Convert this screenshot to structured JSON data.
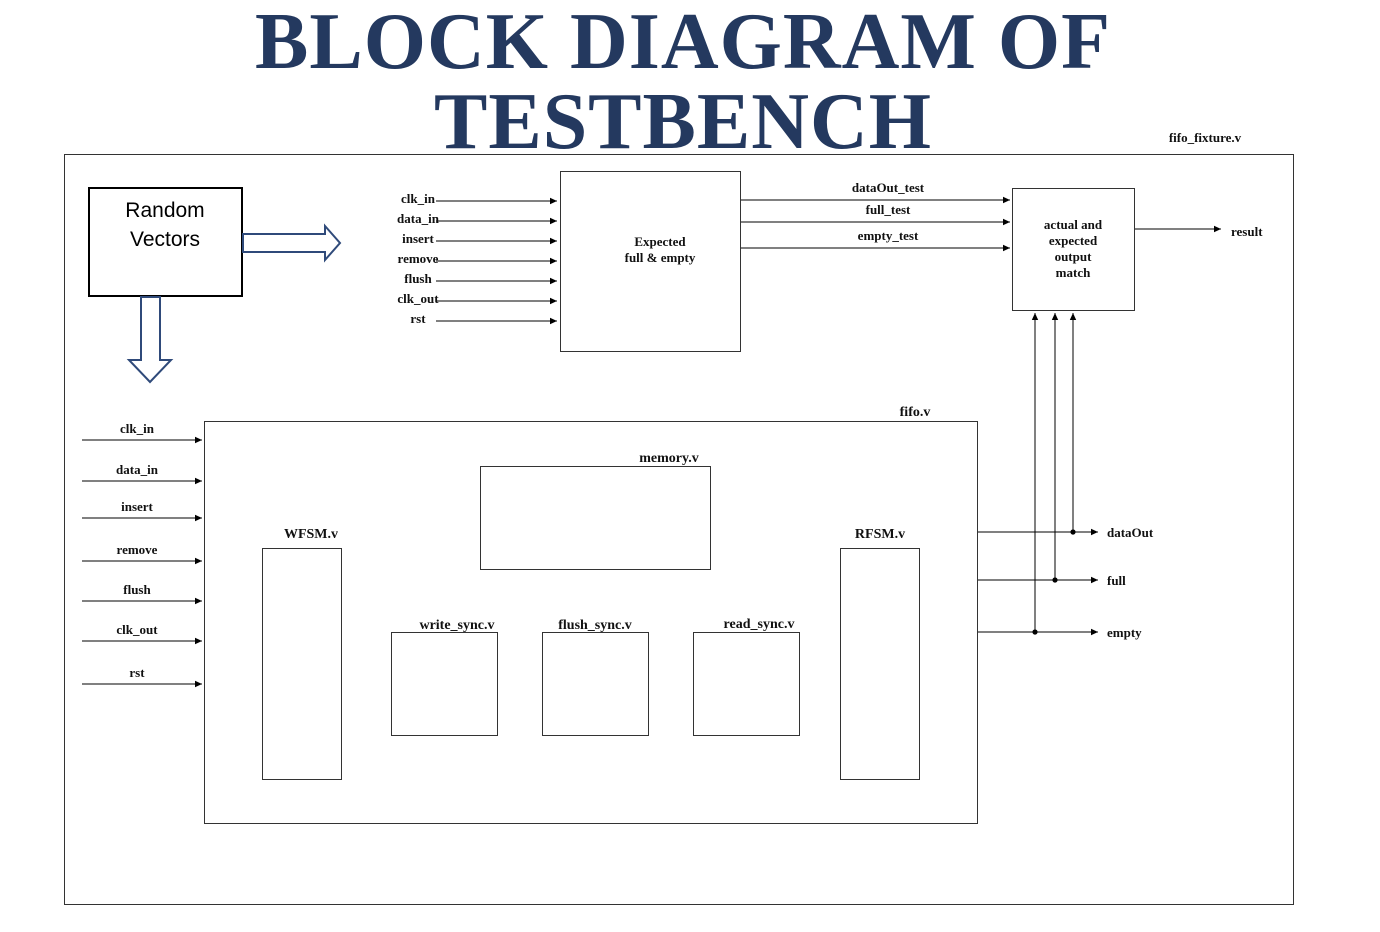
{
  "title": "BLOCK DIAGRAM OF TESTBENCH",
  "colors": {
    "title": "#24395f",
    "big_arrow": "#2f4a7a"
  },
  "fixture": {
    "label": "fifo_fixture.v"
  },
  "random_vectors": {
    "line1": "Random",
    "line2": "Vectors"
  },
  "expected_block": {
    "line1": "Expected",
    "line2": "full & empty"
  },
  "expected_inputs": [
    "clk_in",
    "data_in",
    "insert",
    "remove",
    "flush",
    "clk_out",
    "rst"
  ],
  "test_outputs": [
    "dataOut_test",
    "full_test",
    "empty_test"
  ],
  "compare_block": {
    "lines": [
      "actual and",
      "expected",
      "output",
      "match"
    ]
  },
  "result_label": "result",
  "fifo": {
    "label": "fifo.v"
  },
  "fifo_inputs": [
    "clk_in",
    "data_in",
    "insert",
    "remove",
    "flush",
    "clk_out",
    "rst"
  ],
  "fifo_outputs": [
    "dataOut",
    "full",
    "empty"
  ],
  "modules": {
    "memory": "memory.v",
    "wfsm": "WFSM.v",
    "rfsm": "RFSM.v",
    "write_sync": "write_sync.v",
    "flush_sync": "flush_sync.v",
    "read_sync": "read_sync.v"
  }
}
